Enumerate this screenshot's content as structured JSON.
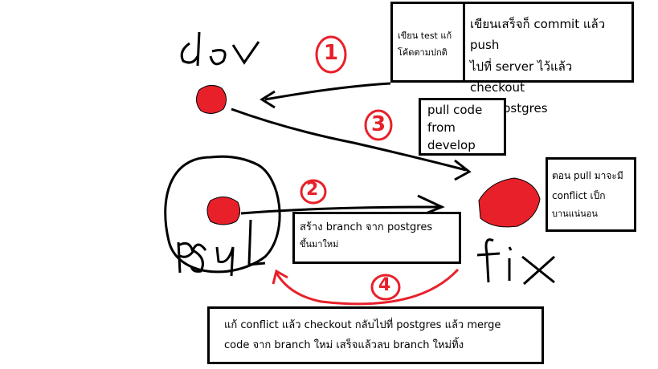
{
  "nodes": {
    "dev": {
      "label": "dev",
      "color": "#e8202a"
    },
    "psql": {
      "label": "psql",
      "color": "#e8202a"
    },
    "fix": {
      "label": "fix",
      "color": "#e8202a"
    }
  },
  "steps": {
    "s1": {
      "number": "1"
    },
    "s2": {
      "number": "2"
    },
    "s3": {
      "number": "3"
    },
    "s4": {
      "number": "4"
    }
  },
  "notes": {
    "dev_left": "เขียน test แก้ โค้ดตามปกติ",
    "dev_right_line1": "เขียนเสร็จก็ commit แล้ว push",
    "dev_right_line2": "ไปที่ server ไว้แล้ว checkout",
    "dev_right_line3": "ไปที่ postgres",
    "pull_line1": "pull code",
    "pull_line2": "from",
    "pull_line3": "develop",
    "fix_line1": "ตอน pull มาจะมี",
    "fix_line2": "conflict เป็ก",
    "fix_line3": "บานแน่นอน",
    "branch_line1": "สร้าง branch จาก postgres",
    "branch_line2": "ขึ้นมาใหม่",
    "merge_line1": "แก้ conflict แล้ว checkout กลับไปที่ postgres แล้ว merge",
    "merge_line2": "code จาก branch ใหม่ เสร็จแล้วลบ branch ใหม่ทิ้ง"
  },
  "colors": {
    "accent": "#e8202a",
    "ink": "#000000"
  }
}
